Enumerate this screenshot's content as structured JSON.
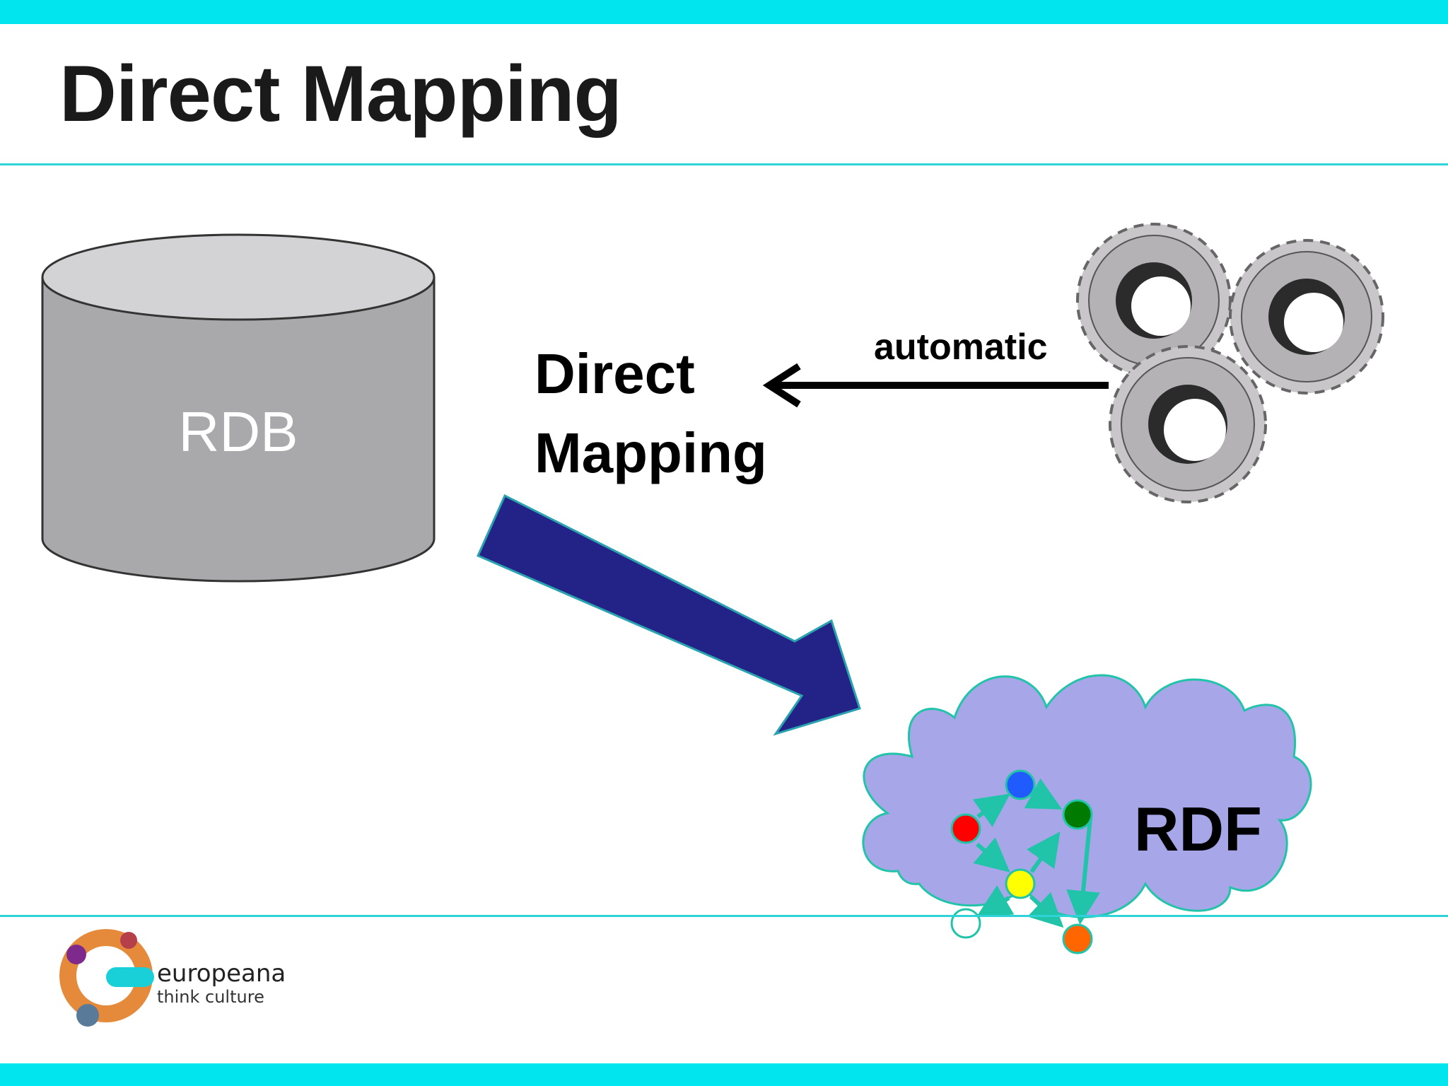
{
  "slide": {
    "title": "Direct Mapping"
  },
  "diagram": {
    "database_label": "RDB",
    "process_label_line1": "Direct",
    "process_label_line2": "Mapping",
    "gears_arrow_label": "automatic",
    "output_label": "RDF",
    "graph_node_colors": [
      "#ff0000",
      "#1f5bff",
      "#007a00",
      "#ffff00",
      "#ffffff",
      "#ff6600"
    ],
    "big_arrow_color": "#232387",
    "cloud_color": "#a6a6e8",
    "edge_color": "#21c4a8"
  },
  "logo": {
    "name": "europeana",
    "tagline": "think culture"
  },
  "colors": {
    "accent_bar": "#00e5ee",
    "rule": "#2ed3d8",
    "cylinder": "#a9a8aa",
    "cylinder_top": "#d3d2d4"
  }
}
